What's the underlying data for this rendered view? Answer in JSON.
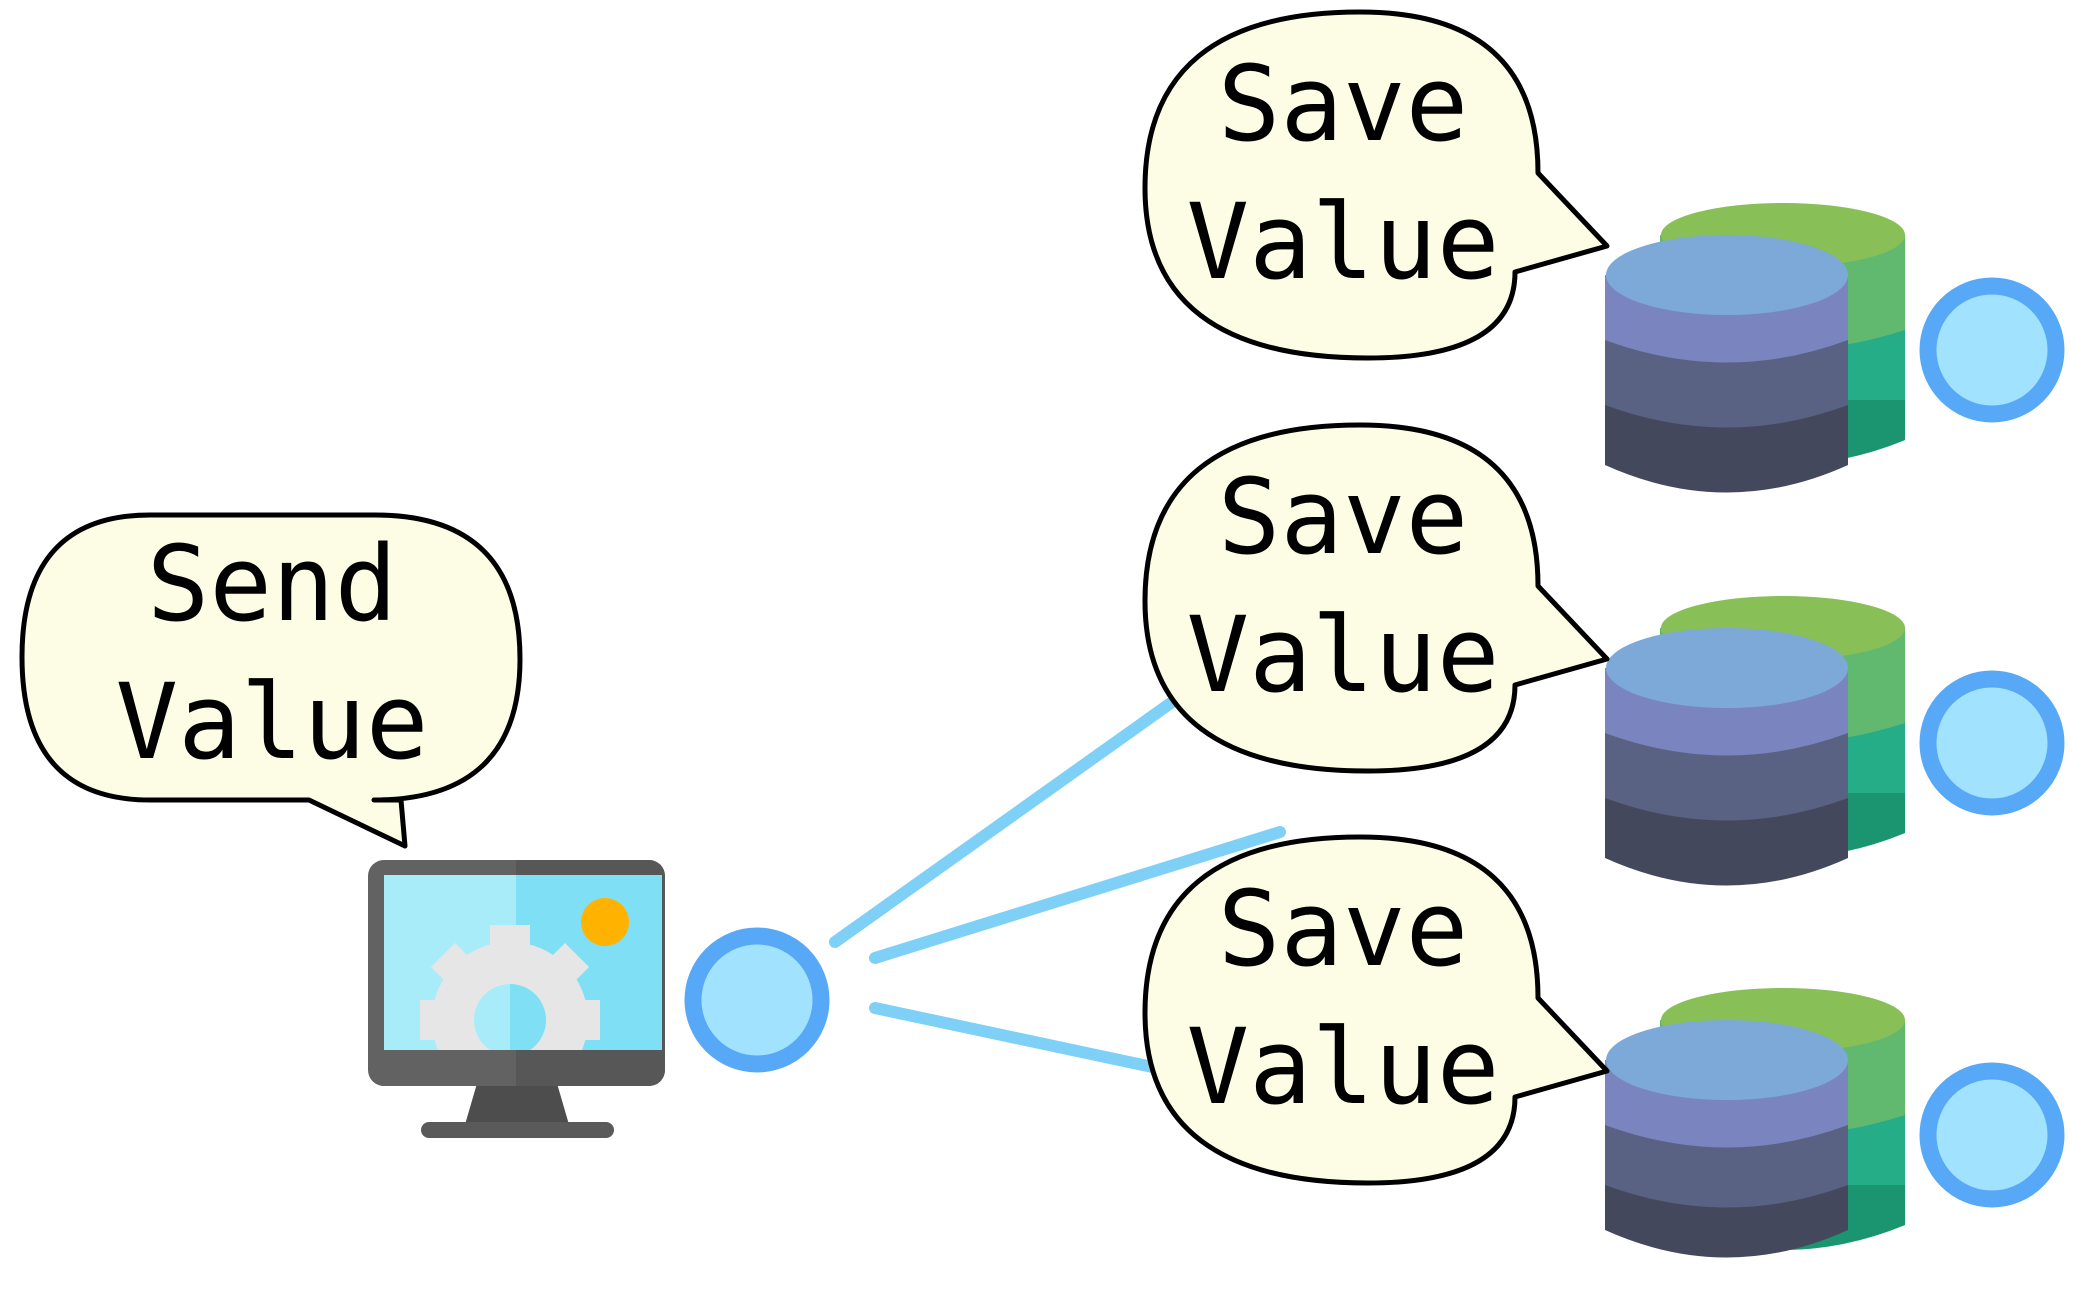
{
  "client": {
    "bubble_line1": "Send",
    "bubble_line2": "Value",
    "icon": "monitor-gear-icon"
  },
  "replicas": [
    {
      "bubble_line1": "Save",
      "bubble_line2": "Value",
      "icon": "database-icon"
    },
    {
      "bubble_line1": "Save",
      "bubble_line2": "Value",
      "icon": "database-icon"
    },
    {
      "bubble_line1": "Save",
      "bubble_line2": "Value",
      "icon": "database-icon"
    }
  ],
  "colors": {
    "bubble_fill": "#fdfde6",
    "bubble_stroke": "#000000",
    "node_fill": "#a1e3ff",
    "node_stroke": "#57a8f7",
    "link": "#7ed0f7",
    "db_top": "#7da9d8",
    "db_band1": "#7a85c0",
    "db_band2": "#5a6283",
    "db_band3": "#44485c",
    "db_back_top": "#88bf56",
    "db_back_band1": "#61b86f",
    "db_back_band2": "#24ad86",
    "db_back_band3": "#1b9570",
    "monitor_frame": "#626262",
    "monitor_screen": "#a8ecfa",
    "monitor_gear": "#e6e6e6",
    "monitor_sun": "#ffb300"
  }
}
